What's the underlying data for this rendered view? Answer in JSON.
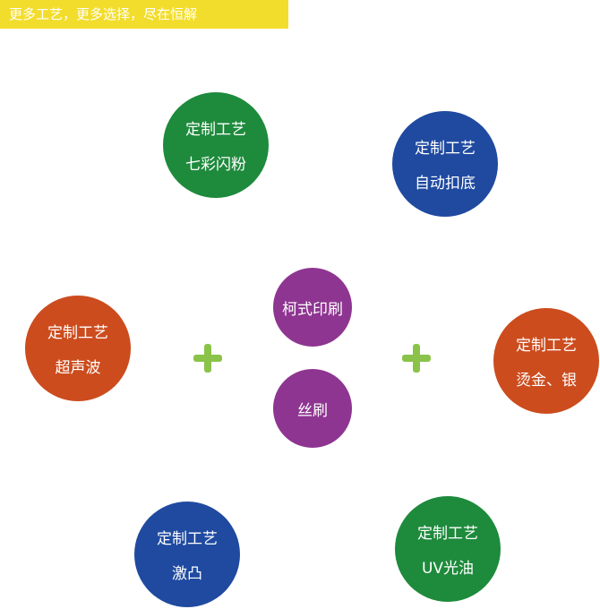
{
  "banner": {
    "text": "更多工艺，更多选择，尽在恒解",
    "color": "#f3dd2c"
  },
  "colors": {
    "green": "#1e8a3c",
    "blue": "#1f4aa0",
    "orange": "#cc4c1e",
    "purple": "#8e3591",
    "plus": "#8bc34a"
  },
  "crafts": [
    {
      "line1": "定制工艺",
      "line2": "七彩闪粉",
      "color": "green"
    },
    {
      "line1": "定制工艺",
      "line2": "自动扣底",
      "color": "blue"
    },
    {
      "line1": "定制工艺",
      "line2": "超声波",
      "color": "orange"
    },
    {
      "line1": "定制工艺",
      "line2": "烫金、银",
      "color": "orange"
    },
    {
      "line1": "定制工艺",
      "line2": "激凸",
      "color": "blue"
    },
    {
      "line1": "定制工艺",
      "line2": "UV光油",
      "color": "green"
    }
  ],
  "center": [
    {
      "label": "柯式印刷",
      "color": "purple"
    },
    {
      "label": "丝刷",
      "color": "purple"
    }
  ],
  "plus_icons": [
    "plus-icon",
    "plus-icon"
  ]
}
